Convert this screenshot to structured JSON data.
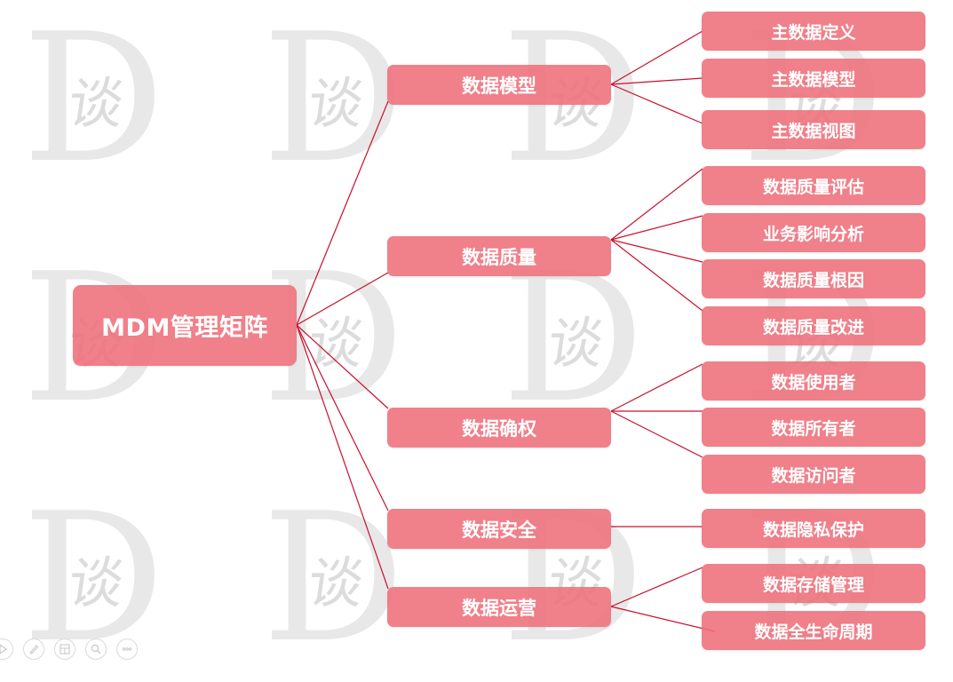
{
  "diagram": {
    "title": "MDM管理矩阵",
    "root": {
      "label": "MDM管理矩阵"
    },
    "branches": [
      {
        "label": "数据模型",
        "children": [
          "主数据定义",
          "主数据模型",
          "主数据视图"
        ]
      },
      {
        "label": "数据质量",
        "children": [
          "数据质量评估",
          "业务影响分析",
          "数据质量根因",
          "数据质量改进"
        ]
      },
      {
        "label": "数据确权",
        "children": [
          "数据使用者",
          "数据所有者",
          "数据访问者"
        ]
      },
      {
        "label": "数据安全",
        "children": [
          "数据隐私保护"
        ]
      },
      {
        "label": "数据运营",
        "children": [
          "数据存储管理",
          "数据全生命周期"
        ]
      }
    ]
  },
  "watermark": {
    "letter": "D",
    "char": "谈"
  },
  "colors": {
    "node_fill": "#EF7C86",
    "node_text": "#FFFFFF",
    "connector": "#C8102E",
    "watermark": "#E8E8E8"
  },
  "slideshow_controls": [
    {
      "name": "play-icon",
      "label": "▷"
    },
    {
      "name": "pen-icon",
      "label": "✎"
    },
    {
      "name": "slides-icon",
      "label": "▦"
    },
    {
      "name": "zoom-icon",
      "label": "⌕"
    },
    {
      "name": "more-icon",
      "label": "ooo"
    }
  ]
}
